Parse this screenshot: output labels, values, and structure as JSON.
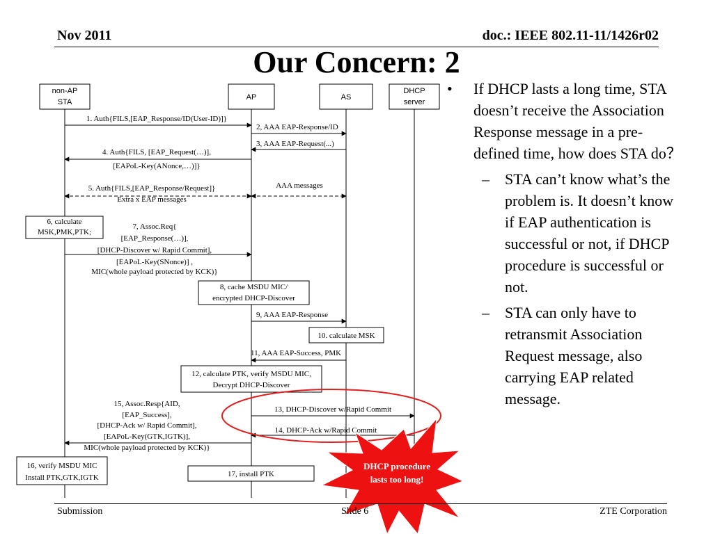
{
  "header": {
    "date": "Nov 2011",
    "doc": "doc.: IEEE 802.11-11/1426r02"
  },
  "title": "Our Concern: 2",
  "diagram": {
    "entities": [
      {
        "key": "sta",
        "lines": [
          "non-AP",
          "STA"
        ]
      },
      {
        "key": "ap",
        "lines": [
          "AP"
        ]
      },
      {
        "key": "as",
        "lines": [
          "AS"
        ]
      },
      {
        "key": "dhcp",
        "lines": [
          "DHCP",
          "server"
        ]
      }
    ],
    "messages": [
      {
        "key": "m1",
        "lines": [
          "1. Auth{FILS,[EAP_Response/ID(User-ID)]}"
        ]
      },
      {
        "key": "m2",
        "lines": [
          "2, AAA EAP-Response/ID"
        ]
      },
      {
        "key": "m3",
        "lines": [
          "3, AAA EAP-Request(...)"
        ]
      },
      {
        "key": "m4",
        "lines": [
          "4. Auth{FILS, [EAP_Request(…)],",
          "[EAPoL-Key(ANonce,…)]}"
        ]
      },
      {
        "key": "m5",
        "lines": [
          "5. Auth{FILS,[EAP_Response/Request]}",
          "Extra x EAP messages"
        ]
      },
      {
        "key": "m5b",
        "lines": [
          "AAA messages"
        ]
      },
      {
        "key": "m7",
        "lines": [
          "7, Assoc.Req{",
          "[EAP_Response(…)],",
          "[DHCP-Discover w/ Rapid Commit],",
          "[EAPoL-Key(SNonce)] ,",
          "MIC(whole payload protected by KCK)}"
        ]
      },
      {
        "key": "m9",
        "lines": [
          "9, AAA EAP-Response"
        ]
      },
      {
        "key": "m11",
        "lines": [
          "11, AAA EAP-Success, PMK"
        ]
      },
      {
        "key": "m13",
        "lines": [
          "13, DHCP-Discover w/Rapid Commit"
        ]
      },
      {
        "key": "m14",
        "lines": [
          "14, DHCP-Ack w/Rapid Commit"
        ]
      },
      {
        "key": "m15",
        "lines": [
          "15, Assoc.Resp{AID,",
          "[EAP_Success],",
          "[DHCP-Ack w/ Rapid Commit],",
          "[EAPoL-Key(GTK,IGTK)],",
          "MIC(whole payload protected by KCK)}"
        ]
      }
    ],
    "boxes": [
      {
        "key": "b6",
        "lines": [
          "6, calculate",
          "MSK,PMK,PTK;"
        ]
      },
      {
        "key": "b8",
        "lines": [
          "8, cache MSDU MIC/",
          "encrypted DHCP-Discover"
        ]
      },
      {
        "key": "b10",
        "lines": [
          "10. calculate MSK"
        ]
      },
      {
        "key": "b12",
        "lines": [
          "12, calculate PTK, verify MSDU MIC,",
          "Decrypt DHCP-Discover"
        ]
      },
      {
        "key": "b16",
        "lines": [
          "16, verify MSDU MIC",
          "Install PTK,GTK,IGTK"
        ]
      },
      {
        "key": "b17",
        "lines": [
          "17, install PTK"
        ]
      }
    ],
    "callout": {
      "lines": [
        "DHCP procedure",
        "lasts too long!"
      ]
    },
    "colors": {
      "ellipse": "#e02020",
      "starburst": "#ee1111",
      "callout_text": "#ffffff"
    }
  },
  "bullets": {
    "main": "If DHCP lasts a long time,  STA doesn’t receive the Association Response message in a pre-defined time, how does STA do？",
    "subs": [
      "STA can’t know what’s the problem is. It doesn’t know if EAP authentication is successful or not, if DHCP procedure is successful or not.",
      "STA can only have to retransmit Association Request message, also carrying  EAP related message."
    ]
  },
  "footer": {
    "left": "Submission",
    "center": "Slide 6",
    "right": "ZTE Corporation"
  }
}
